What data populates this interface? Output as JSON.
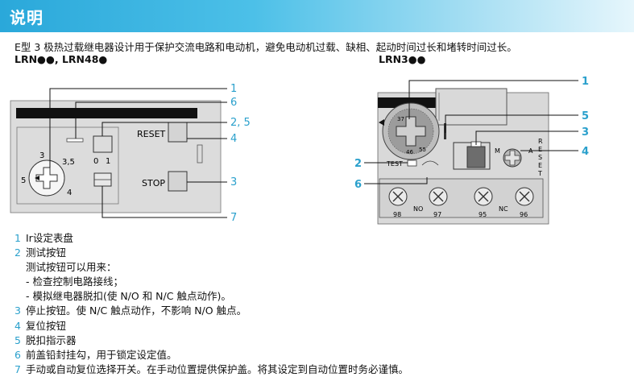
{
  "header": {
    "title": "说明"
  },
  "intro": "E型 3 极热过载继电器设计用于保护交流电路和电动机，避免电动机过载、缺相、起动时间过长和堵转时间过长。",
  "diagram_left": {
    "title": "LRN●●, LRN48●",
    "labels": {
      "reset": "RESET",
      "stop": "STOP",
      "dial_3": "3",
      "dial_35": "3,5",
      "dial_4": "4",
      "dial_5": "5",
      "switch_0": "0",
      "switch_1": "1"
    },
    "callouts": [
      "1",
      "6",
      "2, 5",
      "4",
      "3",
      "7"
    ]
  },
  "diagram_right": {
    "title": "LRN3●●",
    "labels": {
      "test": "TEST",
      "m": "M",
      "a": "A",
      "reset_v": "RESET",
      "no": "NO",
      "nc": "NC",
      "t98": "98",
      "t97": "97",
      "t95": "95",
      "t96": "96",
      "d37": "37",
      "d46": "46",
      "d55": "55"
    },
    "callouts": [
      "1",
      "5",
      "3",
      "4",
      "2",
      "6"
    ]
  },
  "legend": {
    "items": [
      {
        "num": "1",
        "text": "Ir设定表盘"
      },
      {
        "num": "2",
        "text": "测试按钮"
      },
      {
        "num": "",
        "text": "测试按钮可以用来："
      },
      {
        "num": "",
        "text": "- 检查控制电路接线；"
      },
      {
        "num": "",
        "text": "- 模拟继电器脱扣(使 N/O 和 N/C 触点动作)。"
      },
      {
        "num": "3",
        "text": "停止按钮。使 N/C 触点动作，不影响 N/O 触点。"
      },
      {
        "num": "4",
        "text": "复位按钮"
      },
      {
        "num": "5",
        "text": "脱扣指示器"
      },
      {
        "num": "6",
        "text": "前盖铅封挂勾，用于锁定设定值。"
      },
      {
        "num": "7",
        "text": "手动或自动复位选择开关。在手动位置提供保护盖。将其设定到自动位置时务必谨慎。"
      }
    ]
  }
}
